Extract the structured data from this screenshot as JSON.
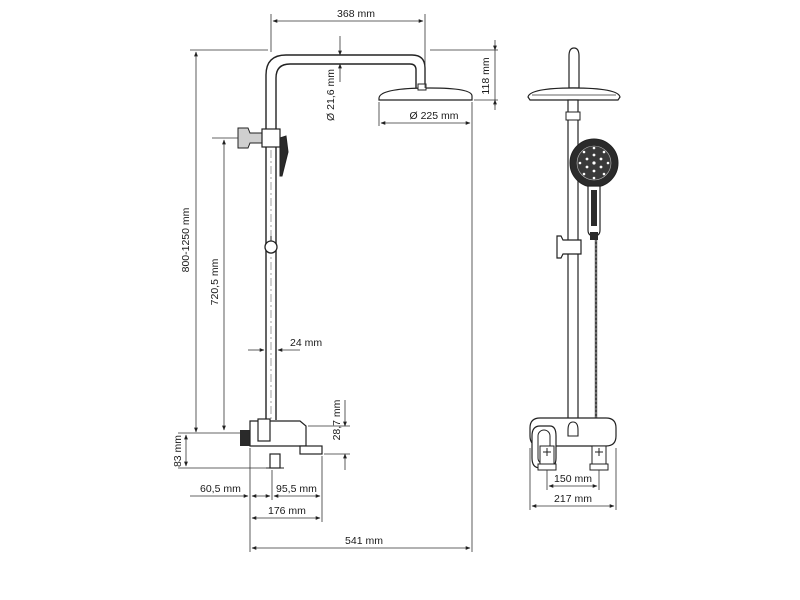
{
  "dimensions": {
    "arm_length": "368 mm",
    "pipe_diameter": "Ø 21,6 mm",
    "head_height": "118 mm",
    "head_diameter": "Ø 225 mm",
    "total_height": "800-1250 mm",
    "bar_height": "720,5 mm",
    "wall_offset": "24 mm",
    "mixer_height": "28,7 mm",
    "inlet_height": "83 mm",
    "spout_depth": "60,5 mm",
    "mixer_depth": "95,5 mm",
    "projection": "176 mm",
    "total_projection": "541 mm",
    "inlet_spacing": "150 mm",
    "mixer_width": "217 mm"
  }
}
